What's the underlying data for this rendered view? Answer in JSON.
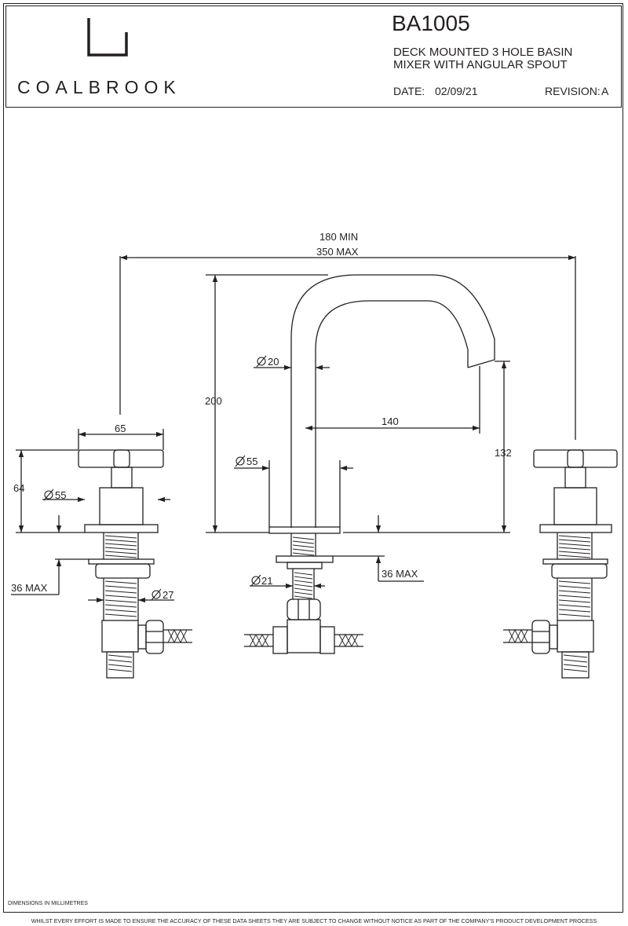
{
  "brand": {
    "name": "COALBROOK",
    "logo": "coalbrook-bracket-logo"
  },
  "title_block": {
    "code": "BA1005",
    "description_line1": "DECK MOUNTED 3 HOLE BASIN",
    "description_line2": "MIXER WITH ANGULAR SPOUT",
    "date_label": "DATE:",
    "date_value": "02/09/21",
    "revision_label": "REVISION:",
    "revision_value": "A"
  },
  "dimensions": {
    "width_min": "180 MIN",
    "width_max": "350 MAX",
    "spout_height": "200",
    "spout_diameter": "20",
    "spout_reach": "140",
    "spout_outlet_height": "132",
    "centre_base_diameter": "55",
    "centre_max_deck": "36 MAX",
    "centre_shank_diameter": "21",
    "handle_width": "65",
    "handle_height": "64",
    "handle_base_diameter": "55",
    "handle_max_deck": "36 MAX",
    "handle_shank_diameter": "27"
  },
  "footer": {
    "units": "DIMENSIONS IN  MILLIMETRES",
    "disclaimer": "WHILST EVERY EFFORT IS MADE TO ENSURE THE ACCURACY OF THESE DATA SHEETS THEY ARE SUBJECT TO CHANGE WITHOUT NOTICE AS PART OF THE COMPANY'S PRODUCT DEVELOPMENT PROCESS"
  },
  "colors": {
    "ink": "#231f20",
    "paper": "#ffffff"
  }
}
